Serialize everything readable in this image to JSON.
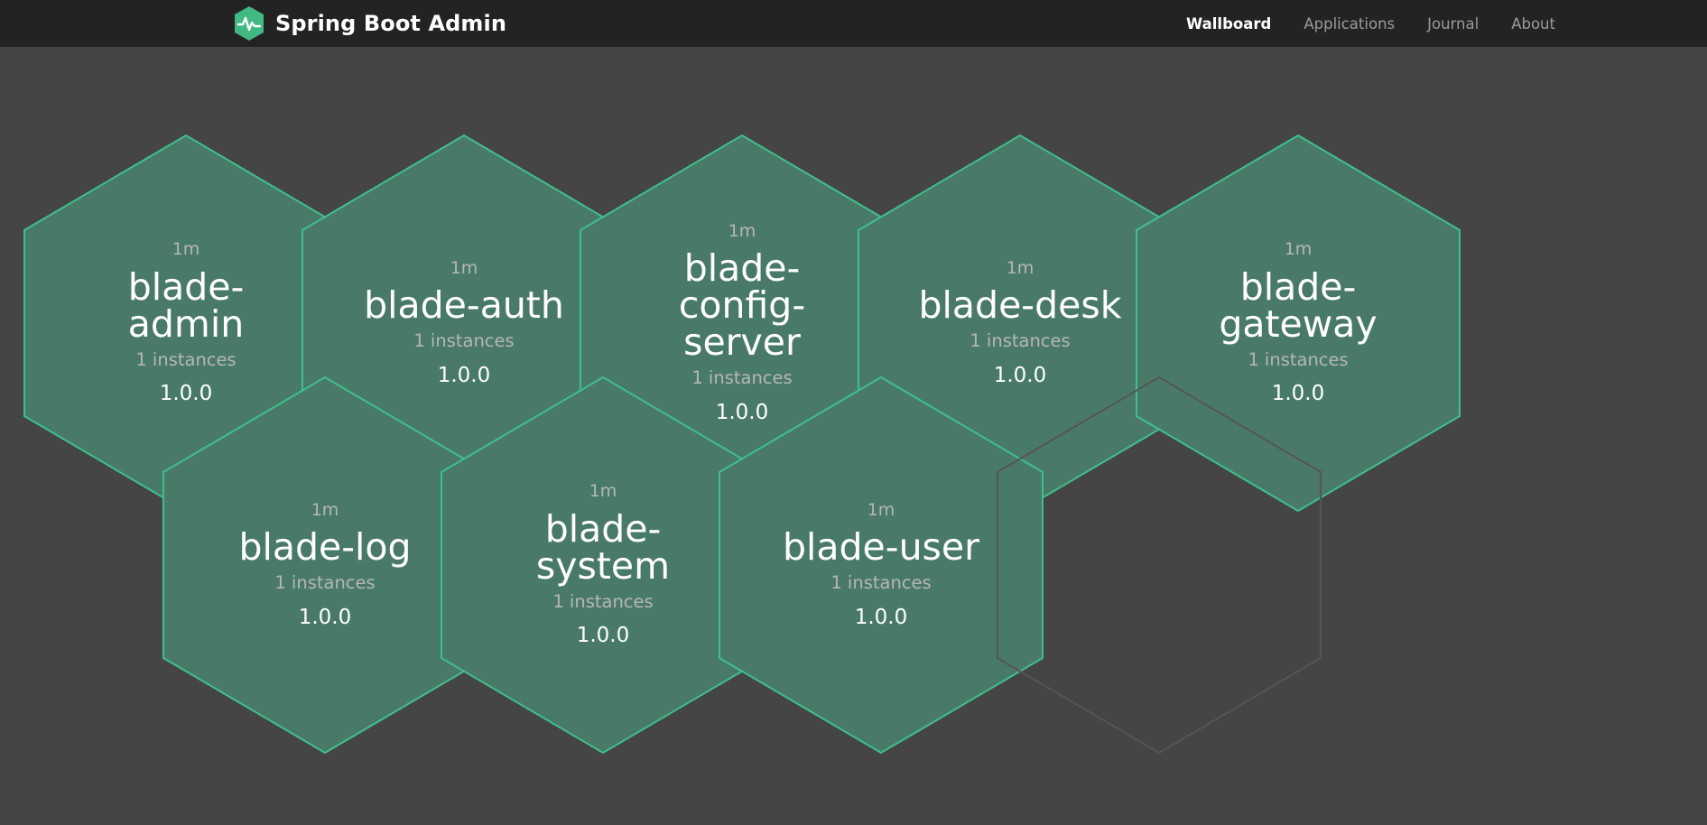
{
  "header": {
    "brand_title": "Spring Boot Admin",
    "logo_icon": "heartbeat-hexagon-logo",
    "nav": [
      {
        "label": "Wallboard",
        "active": true
      },
      {
        "label": "Applications",
        "active": false
      },
      {
        "label": "Journal",
        "active": false
      },
      {
        "label": "About",
        "active": false
      }
    ]
  },
  "colors": {
    "header_bg": "#232323",
    "page_bg": "#454545",
    "hex_fill_up": "#497a68",
    "hex_border_up": "#3fbf8f",
    "hex_placeholder_border": "#555555",
    "brand_green": "#42b983",
    "text_primary": "#ffffff",
    "text_muted": "#b6b6b6",
    "nav_inactive": "#9a9a9a"
  },
  "wallboard": {
    "applications": [
      {
        "status": "1m",
        "name": "blade-admin",
        "instances": "1 instances",
        "version": "1.0.0",
        "state": "up"
      },
      {
        "status": "1m",
        "name": "blade-auth",
        "instances": "1 instances",
        "version": "1.0.0",
        "state": "up"
      },
      {
        "status": "1m",
        "name": "blade-config-server",
        "instances": "1 instances",
        "version": "1.0.0",
        "state": "up"
      },
      {
        "status": "1m",
        "name": "blade-desk",
        "instances": "1 instances",
        "version": "1.0.0",
        "state": "up"
      },
      {
        "status": "1m",
        "name": "blade-gateway",
        "instances": "1 instances",
        "version": "1.0.0",
        "state": "up"
      },
      {
        "status": "1m",
        "name": "blade-log",
        "instances": "1 instances",
        "version": "1.0.0",
        "state": "up"
      },
      {
        "status": "1m",
        "name": "blade-system",
        "instances": "1 instances",
        "version": "1.0.0",
        "state": "up"
      },
      {
        "status": "1m",
        "name": "blade-user",
        "instances": "1 instances",
        "version": "1.0.0",
        "state": "up"
      }
    ],
    "placeholder_count": 1
  }
}
